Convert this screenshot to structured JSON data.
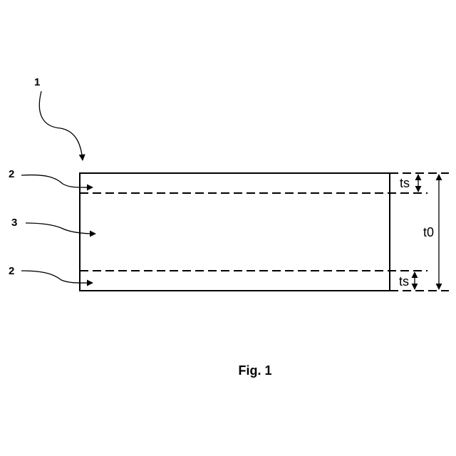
{
  "figure": {
    "caption": "Fig. 1",
    "reference_numerals": {
      "body": "1",
      "surface_layer_top": "2",
      "core": "3",
      "surface_layer_bottom": "2"
    },
    "dimensions": {
      "surface_thickness_top": "ts",
      "surface_thickness_bottom": "ts",
      "total_thickness": "t0"
    },
    "color": "#000000"
  }
}
